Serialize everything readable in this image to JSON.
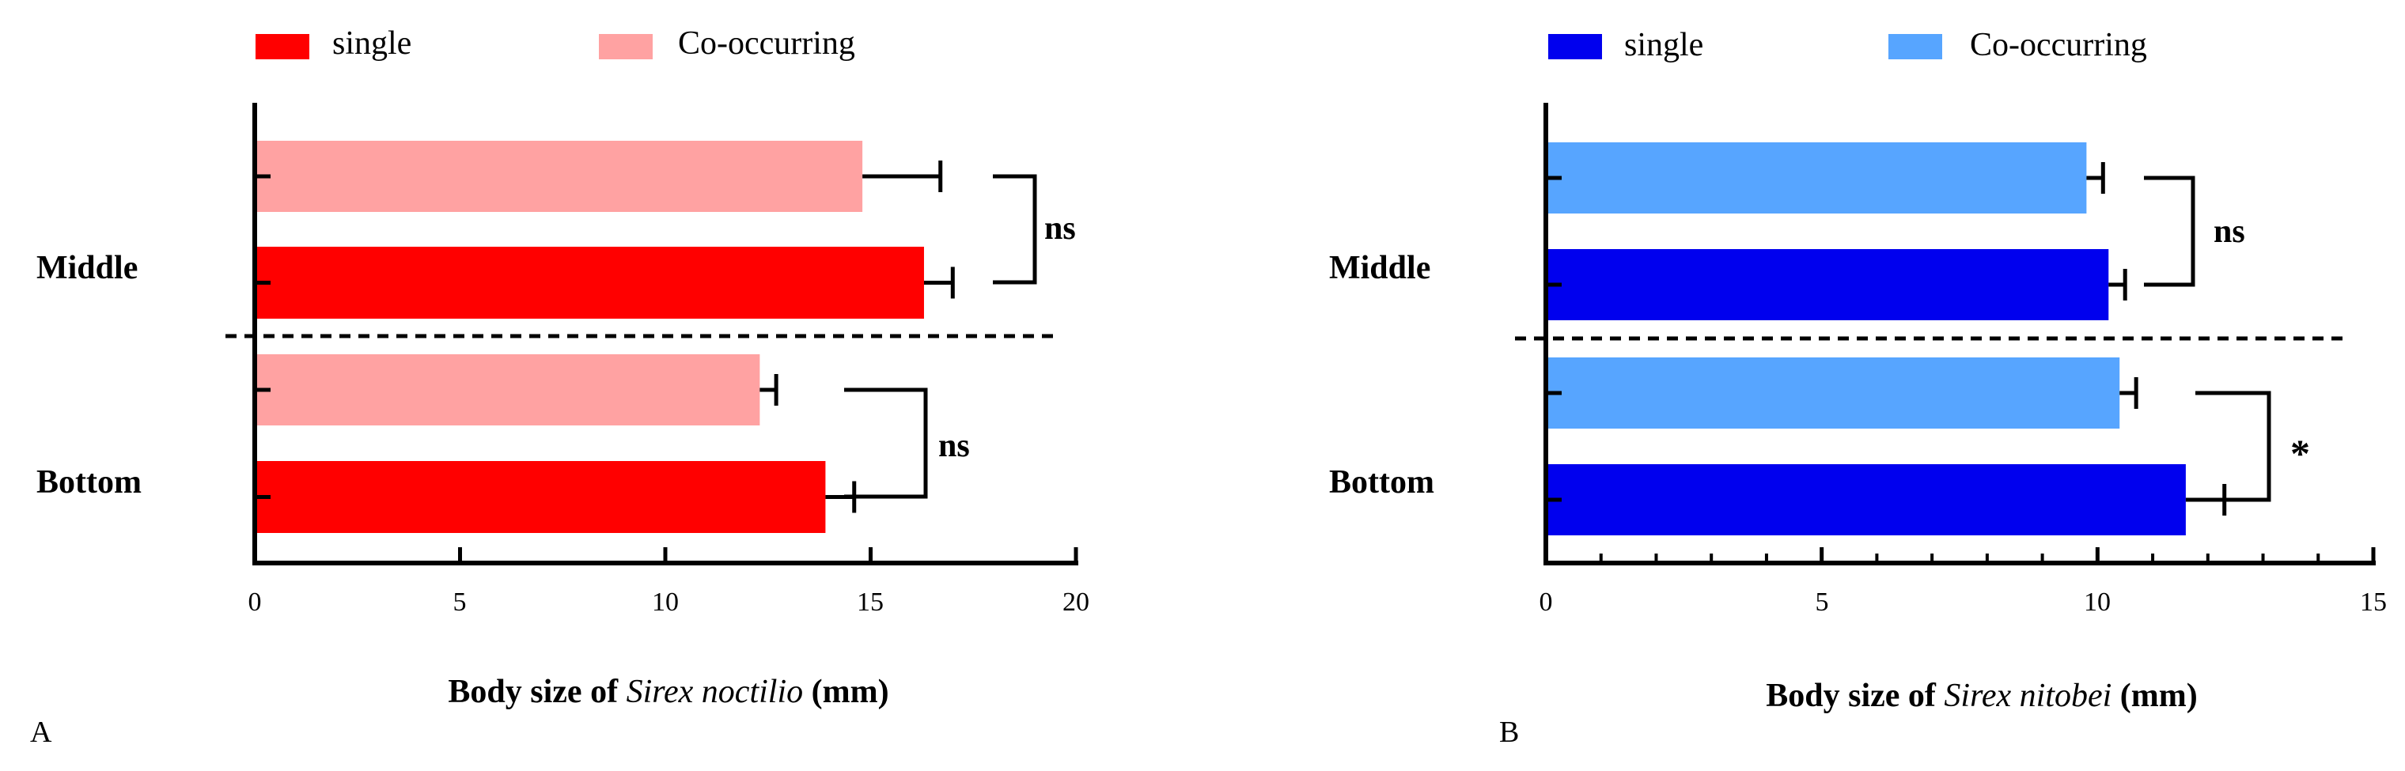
{
  "colors": {
    "A_single": "#ff0000",
    "A_cooccurring": "#ffa2a2",
    "B_single": "#0000ee",
    "B_cooccurring": "#57a5ff",
    "ink": "#000000"
  },
  "chart_data": [
    {
      "type": "bar",
      "orientation": "horizontal",
      "panel_label": "A",
      "xlabel": {
        "pre": "Body size of ",
        "italic": "Sirex noctilio",
        "post": " (mm)"
      },
      "xlim": [
        0,
        20
      ],
      "xticks": [
        "0",
        "5",
        "10",
        "15",
        "20"
      ],
      "xminor": false,
      "categories": [
        "Middle",
        "Bottom"
      ],
      "legend": {
        "position": "top",
        "items": [
          "single",
          "Co-occurring"
        ]
      },
      "series": [
        {
          "name": "single",
          "values": [
            16.3,
            13.9
          ],
          "errors": [
            0.7,
            0.7
          ]
        },
        {
          "name": "Co-occurring",
          "values": [
            14.8,
            12.3
          ],
          "errors": [
            1.9,
            0.4
          ]
        }
      ],
      "significance": [
        "ns",
        "ns"
      ]
    },
    {
      "type": "bar",
      "orientation": "horizontal",
      "panel_label": "B",
      "xlabel": {
        "pre": "Body size of ",
        "italic": "Sirex nitobei",
        "post": " (mm)"
      },
      "xlim": [
        0,
        15
      ],
      "xticks": [
        "0",
        "5",
        "10",
        "15"
      ],
      "xminor": true,
      "categories": [
        "Middle",
        "Bottom"
      ],
      "legend": {
        "position": "top",
        "items": [
          "single",
          "Co-occurring"
        ]
      },
      "series": [
        {
          "name": "single",
          "values": [
            10.2,
            11.6
          ],
          "errors": [
            0.3,
            0.7
          ]
        },
        {
          "name": "Co-occurring",
          "values": [
            9.8,
            10.4
          ],
          "errors": [
            0.3,
            0.3
          ]
        }
      ],
      "significance": [
        "ns",
        "*"
      ]
    }
  ]
}
